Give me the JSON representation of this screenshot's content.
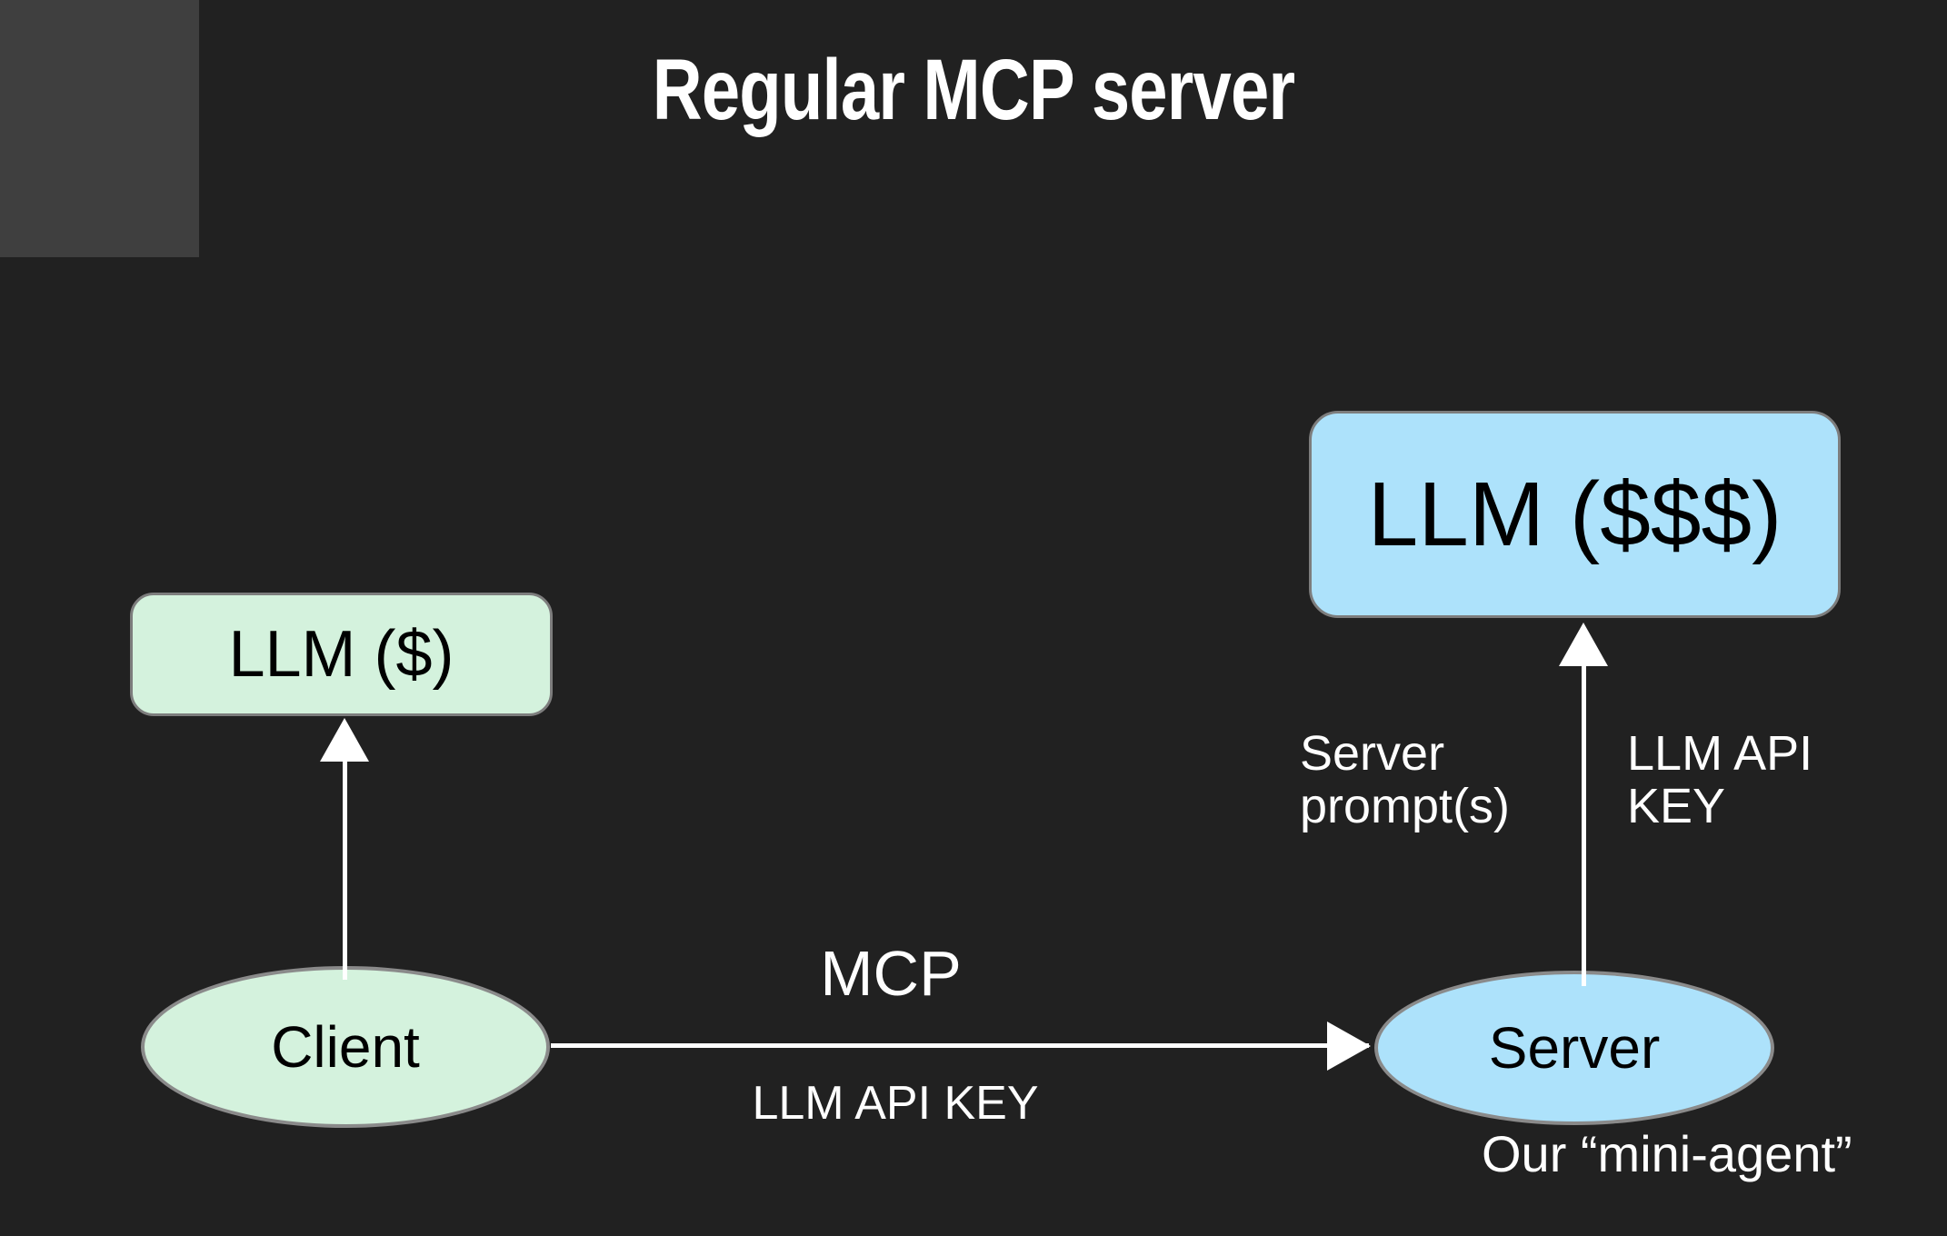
{
  "slide": {
    "title": "Regular MCP server",
    "background_color": "#212121",
    "corner_block_color": "#3f3f3f"
  },
  "colors": {
    "background": "#212121",
    "corner_block": "#3f3f3f",
    "client_green_fill": "#d4f2dd",
    "server_blue_fill": "#ade2fb",
    "node_border": "#7d7d7d",
    "arrow": "#ffffff",
    "title_text": "#ffffff",
    "node_text": "#000000",
    "label_text": "#ffffff"
  },
  "nodes": {
    "llm_cheap": {
      "label": "LLM ($)",
      "shape": "rounded-rect",
      "fill": "#d4f2dd"
    },
    "llm_expensive": {
      "label": "LLM ($$$)",
      "shape": "rounded-rect",
      "fill": "#ade2fb"
    },
    "client": {
      "label": "Client",
      "shape": "ellipse",
      "fill": "#d4f2dd"
    },
    "server": {
      "label": "Server",
      "shape": "ellipse",
      "fill": "#ade2fb"
    }
  },
  "edges": {
    "client_to_llm": {
      "from": "Client",
      "to": "LLM ($)",
      "label": ""
    },
    "client_to_server": {
      "from": "Client",
      "to": "Server",
      "label_above": "MCP",
      "label_below": "LLM API KEY"
    },
    "server_to_llm": {
      "from": "Server",
      "to": "LLM ($$$)",
      "label_left": "Server\nprompt(s)",
      "label_right": "LLM API\nKEY"
    }
  },
  "annotations": {
    "server_caption": "Our “mini-agent”"
  }
}
